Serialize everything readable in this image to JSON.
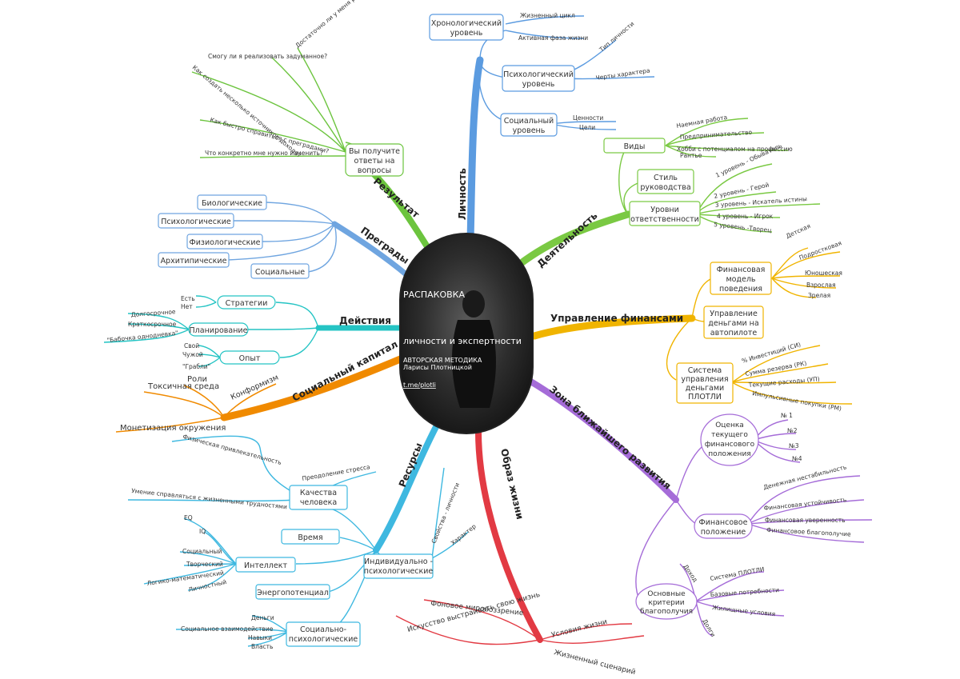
{
  "center": {
    "title": "РАСПАКОВКА",
    "subtitle": "личности и экспертности",
    "method": "АВТОРСКАЯ МЕТОДИКА",
    "author": "Ларисы Плотницкой",
    "link": "t.me/plotli"
  },
  "colors": {
    "lichnost": "#5b9be0",
    "deyatelnost": "#7ac943",
    "finance": "#f0b400",
    "zona": "#a56cd8",
    "obraz": "#e23a43",
    "resursy": "#3eb8e0",
    "soc": "#f08a00",
    "deystviya": "#25c4c4",
    "pregrady": "#6fa5e0",
    "rezultat": "#6cc43e"
  },
  "branches": {
    "lichnost": "Личность",
    "deyatelnost": "Деятельность",
    "finance": "Управление финансами",
    "zona": "Зона ближайшего развития",
    "obraz": "Образ жизни",
    "resursy": "Ресурсы",
    "soc": "Социальный капитал",
    "deystviya": "Действия",
    "pregrady": "Преграды",
    "rezultat": "Результат"
  },
  "lichnost": {
    "chrono": [
      "Хронологический",
      "уровень"
    ],
    "chrono_items": [
      "Жизненный цикл",
      "Активная фаза жизни"
    ],
    "psych": [
      "Психологический",
      "уровень"
    ],
    "psych_items": [
      "Тип личности",
      "Черты характера"
    ],
    "social": [
      "Социальный",
      "уровень"
    ],
    "social_items": [
      "Ценности",
      "Цели"
    ]
  },
  "deyatelnost": {
    "vidy": "Виды",
    "vidy_items": [
      "Наемная работа",
      "Предпринимательство",
      "Хобби с потенциалом на профессию",
      "Рантье"
    ],
    "stil": [
      "Стиль",
      "руководства"
    ],
    "urovni": [
      "Уровни",
      "ответственности"
    ],
    "urovni_items": [
      "1 уровень - Обыватель",
      "2 уровень - Герой",
      "3 уровень - Искатель истины",
      "4 уровень - Игрок",
      "5 уровень -Творец"
    ]
  },
  "finance": {
    "model": [
      "Финансовая",
      "модель",
      "поведения"
    ],
    "model_items": [
      "Детская",
      "Подростковая",
      "Юношеская",
      "Взрослая",
      "Зрелая"
    ],
    "auto": [
      "Управление",
      "деньгами на",
      "автопилоте"
    ],
    "system": [
      "Система",
      "управления",
      "деньгами",
      "ПЛОТЛИ"
    ],
    "system_items": [
      "% Инвестиций (СИ)",
      "Сумма резерва (РК)",
      "Текущие расходы (УП)",
      "Импульсивные покупки (РМ)"
    ]
  },
  "zona": {
    "ocenka": [
      "Оценка",
      "текущего",
      "финансового",
      "положения"
    ],
    "ocenka_items": [
      "№ 1",
      "№2",
      "№3",
      "№4"
    ],
    "polozh": [
      "Финансовое",
      "положение"
    ],
    "polozh_items": [
      "Денежная нестабильность",
      "Финансовая устойчивость",
      "Финансовая уверенность",
      "Финансовое благополучие"
    ],
    "kriterii": [
      "Основные",
      "критерии",
      "благополучия"
    ],
    "kriterii_items": [
      "Доход",
      "Система ПЛОТЛИ",
      "Базовые потребности",
      "Жилищные условия",
      "Долги"
    ]
  },
  "obraz": {
    "items": [
      "Фоновое мировоззрение",
      "Искусство выстраивать свою жизнь",
      "Условия жизни",
      "Жизненный сценарий"
    ]
  },
  "resursy": {
    "kachestva": [
      "Качества",
      "человека"
    ],
    "kachestva_items": [
      "Физическая привлекательность",
      "Преодоление стресса",
      "Умение справляться с жизненными трудностями"
    ],
    "vremya": "Время",
    "individ": [
      "Индивидуально -",
      "психологические"
    ],
    "individ_items": [
      "Свойства - личности",
      "Характер"
    ],
    "intellekt": "Интеллект",
    "intellekt_items": [
      "EQ",
      "IQ",
      "Социальный",
      "Творческий",
      "Логико-математический",
      "Личностный"
    ],
    "energo": "Энергопотенциал",
    "socpsy": [
      "Социально-",
      "психологические"
    ],
    "socpsy_items": [
      "Деньги",
      "Социальное взаимодействие",
      "Навыки",
      "Власть"
    ]
  },
  "soc": {
    "items": [
      "Роли",
      "Конформизм",
      "Токсичная среда",
      "Монетизация окружения"
    ]
  },
  "deystviya": {
    "strategii": "Стратегии",
    "strategii_items": [
      "Есть",
      "Нет"
    ],
    "plan": "Планирование",
    "plan_items": [
      "Долгосрочное",
      "Краткосрочное",
      "\"Бабочка однодневка\""
    ],
    "opyt": "Опыт",
    "opyt_items": [
      "Свой",
      "Чужой",
      "\"Грабли\""
    ]
  },
  "pregrady": {
    "items": [
      "Биологические",
      "Психологические",
      "Физиологические",
      "Архитипические",
      "Социальные"
    ]
  },
  "rezultat": {
    "box": [
      "Вы получите",
      "ответы на",
      "вопросы"
    ],
    "questions": [
      "Смогу ли я реализовать задуманное?",
      "Достаточно ли у меня ресурсов?",
      "Как создать несколько источников дохода?",
      "Как быстро справиться с преградами?",
      "Что конкретно мне нужно изменить?"
    ]
  }
}
